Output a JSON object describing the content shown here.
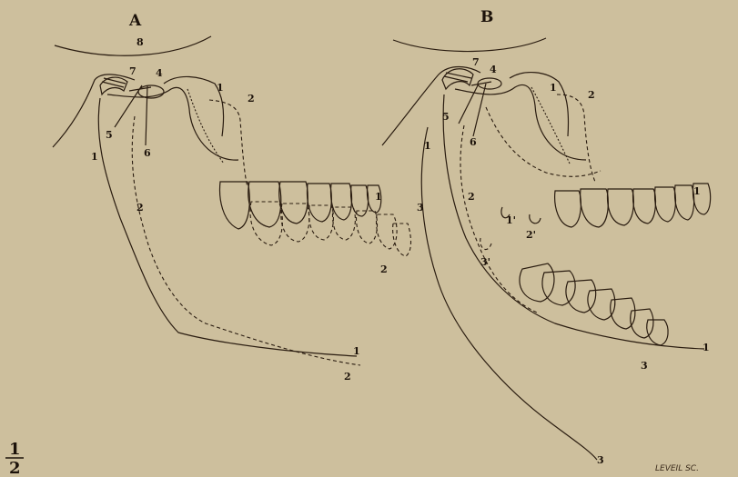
{
  "figure_a": {
    "title": "A",
    "labels": {
      "n8": "8",
      "n7": "7",
      "n4": "4",
      "n5": "5",
      "n6": "6",
      "n1_top": "1",
      "n2_top": "2",
      "n1_ramus": "1",
      "n2_ramus": "2",
      "n1_teeth": "1",
      "n2_teeth": "2",
      "n1_end": "1",
      "n2_end": "2"
    }
  },
  "figure_b": {
    "title": "B",
    "labels": {
      "n7": "7",
      "n4": "4",
      "n5": "5",
      "n6": "6",
      "n1_top": "1",
      "n2_top": "2",
      "n1_ramus": "1",
      "n2_ramus": "2",
      "n3_left": "3",
      "n1p": "1'",
      "n2p": "2'",
      "n3p": "3'",
      "n1_teeth": "1",
      "n1_end": "1",
      "n3_end": "3",
      "n3_bottom": "3"
    }
  },
  "scale": {
    "numerator": "1",
    "denominator": "2"
  },
  "signature": "LEVEIL SC."
}
